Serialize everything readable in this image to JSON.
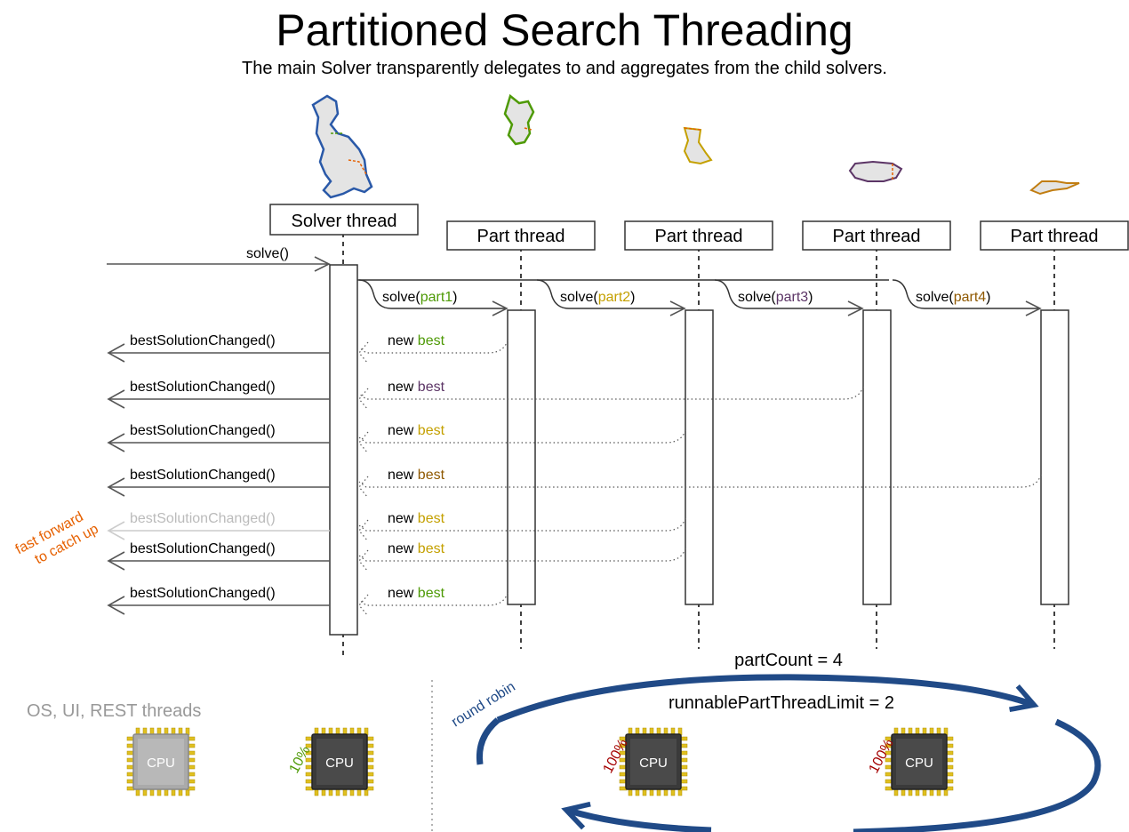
{
  "title": "Partitioned Search Threading",
  "subtitle": "The main Solver transparently delegates to and aggregates from the child solvers.",
  "colors": {
    "part1": "#4e9a06",
    "part2": "#c4a000",
    "part3": "#5c3566",
    "part4": "#8f5902",
    "orange": "#e66000",
    "blue": "#204a87",
    "red": "#a40000",
    "gray": "#bbbbbb"
  },
  "solver_thread": {
    "label": "Solver thread",
    "call_label": "solve()"
  },
  "part_threads": [
    {
      "label": "Part thread",
      "call_prefix": "solve(",
      "part": "part1",
      "call_suffix": ")",
      "color": "#4e9a06"
    },
    {
      "label": "Part thread",
      "call_prefix": "solve(",
      "part": "part2",
      "call_suffix": ")",
      "color": "#c4a000"
    },
    {
      "label": "Part thread",
      "call_prefix": "solve(",
      "part": "part3",
      "call_suffix": ")",
      "color": "#5c3566"
    },
    {
      "label": "Part thread",
      "call_prefix": "solve(",
      "part": "part4",
      "call_suffix": ")",
      "color": "#8f5902"
    }
  ],
  "events": [
    {
      "callback": "bestSolutionChanged()",
      "new_label": "new",
      "best_label": "best",
      "from_part": 1,
      "color": "#4e9a06",
      "faded": false
    },
    {
      "callback": "bestSolutionChanged()",
      "new_label": "new",
      "best_label": "best",
      "from_part": 3,
      "color": "#5c3566",
      "faded": false
    },
    {
      "callback": "bestSolutionChanged()",
      "new_label": "new",
      "best_label": "best",
      "from_part": 2,
      "color": "#c4a000",
      "faded": false
    },
    {
      "callback": "bestSolutionChanged()",
      "new_label": "new",
      "best_label": "best",
      "from_part": 4,
      "color": "#8f5902",
      "faded": false
    },
    {
      "callback": "bestSolutionChanged()",
      "new_label": "new",
      "best_label": "best",
      "from_part": 2,
      "color": "#c4a000",
      "faded": true
    },
    {
      "callback": "bestSolutionChanged()",
      "new_label": "new",
      "best_label": "best",
      "from_part": 2,
      "color": "#c4a000",
      "faded": false
    },
    {
      "callback": "bestSolutionChanged()",
      "new_label": "new",
      "best_label": "best",
      "from_part": 1,
      "color": "#4e9a06",
      "faded": false
    }
  ],
  "fast_forward": {
    "line1": "fast forward",
    "line2": "to catch up"
  },
  "part_count": "partCount = 4",
  "runnable_limit": "runnablePartThreadLimit = 2",
  "round_robin": "round robin",
  "os_threads": "OS, UI, REST threads",
  "cpus": [
    {
      "label": "CPU",
      "usage": "",
      "style": "idle"
    },
    {
      "label": "CPU",
      "usage": "10%",
      "usage_color": "#4e9a06",
      "style": "active"
    },
    {
      "label": "CPU",
      "usage": "100%",
      "usage_color": "#a40000",
      "style": "active"
    },
    {
      "label": "CPU",
      "usage": "100%",
      "usage_color": "#a40000",
      "style": "active"
    }
  ],
  "map_icons": [
    "uk-map-icon",
    "scotland-map-icon",
    "wales-map-icon",
    "south-england-map-icon",
    "south-coast-map-icon"
  ]
}
